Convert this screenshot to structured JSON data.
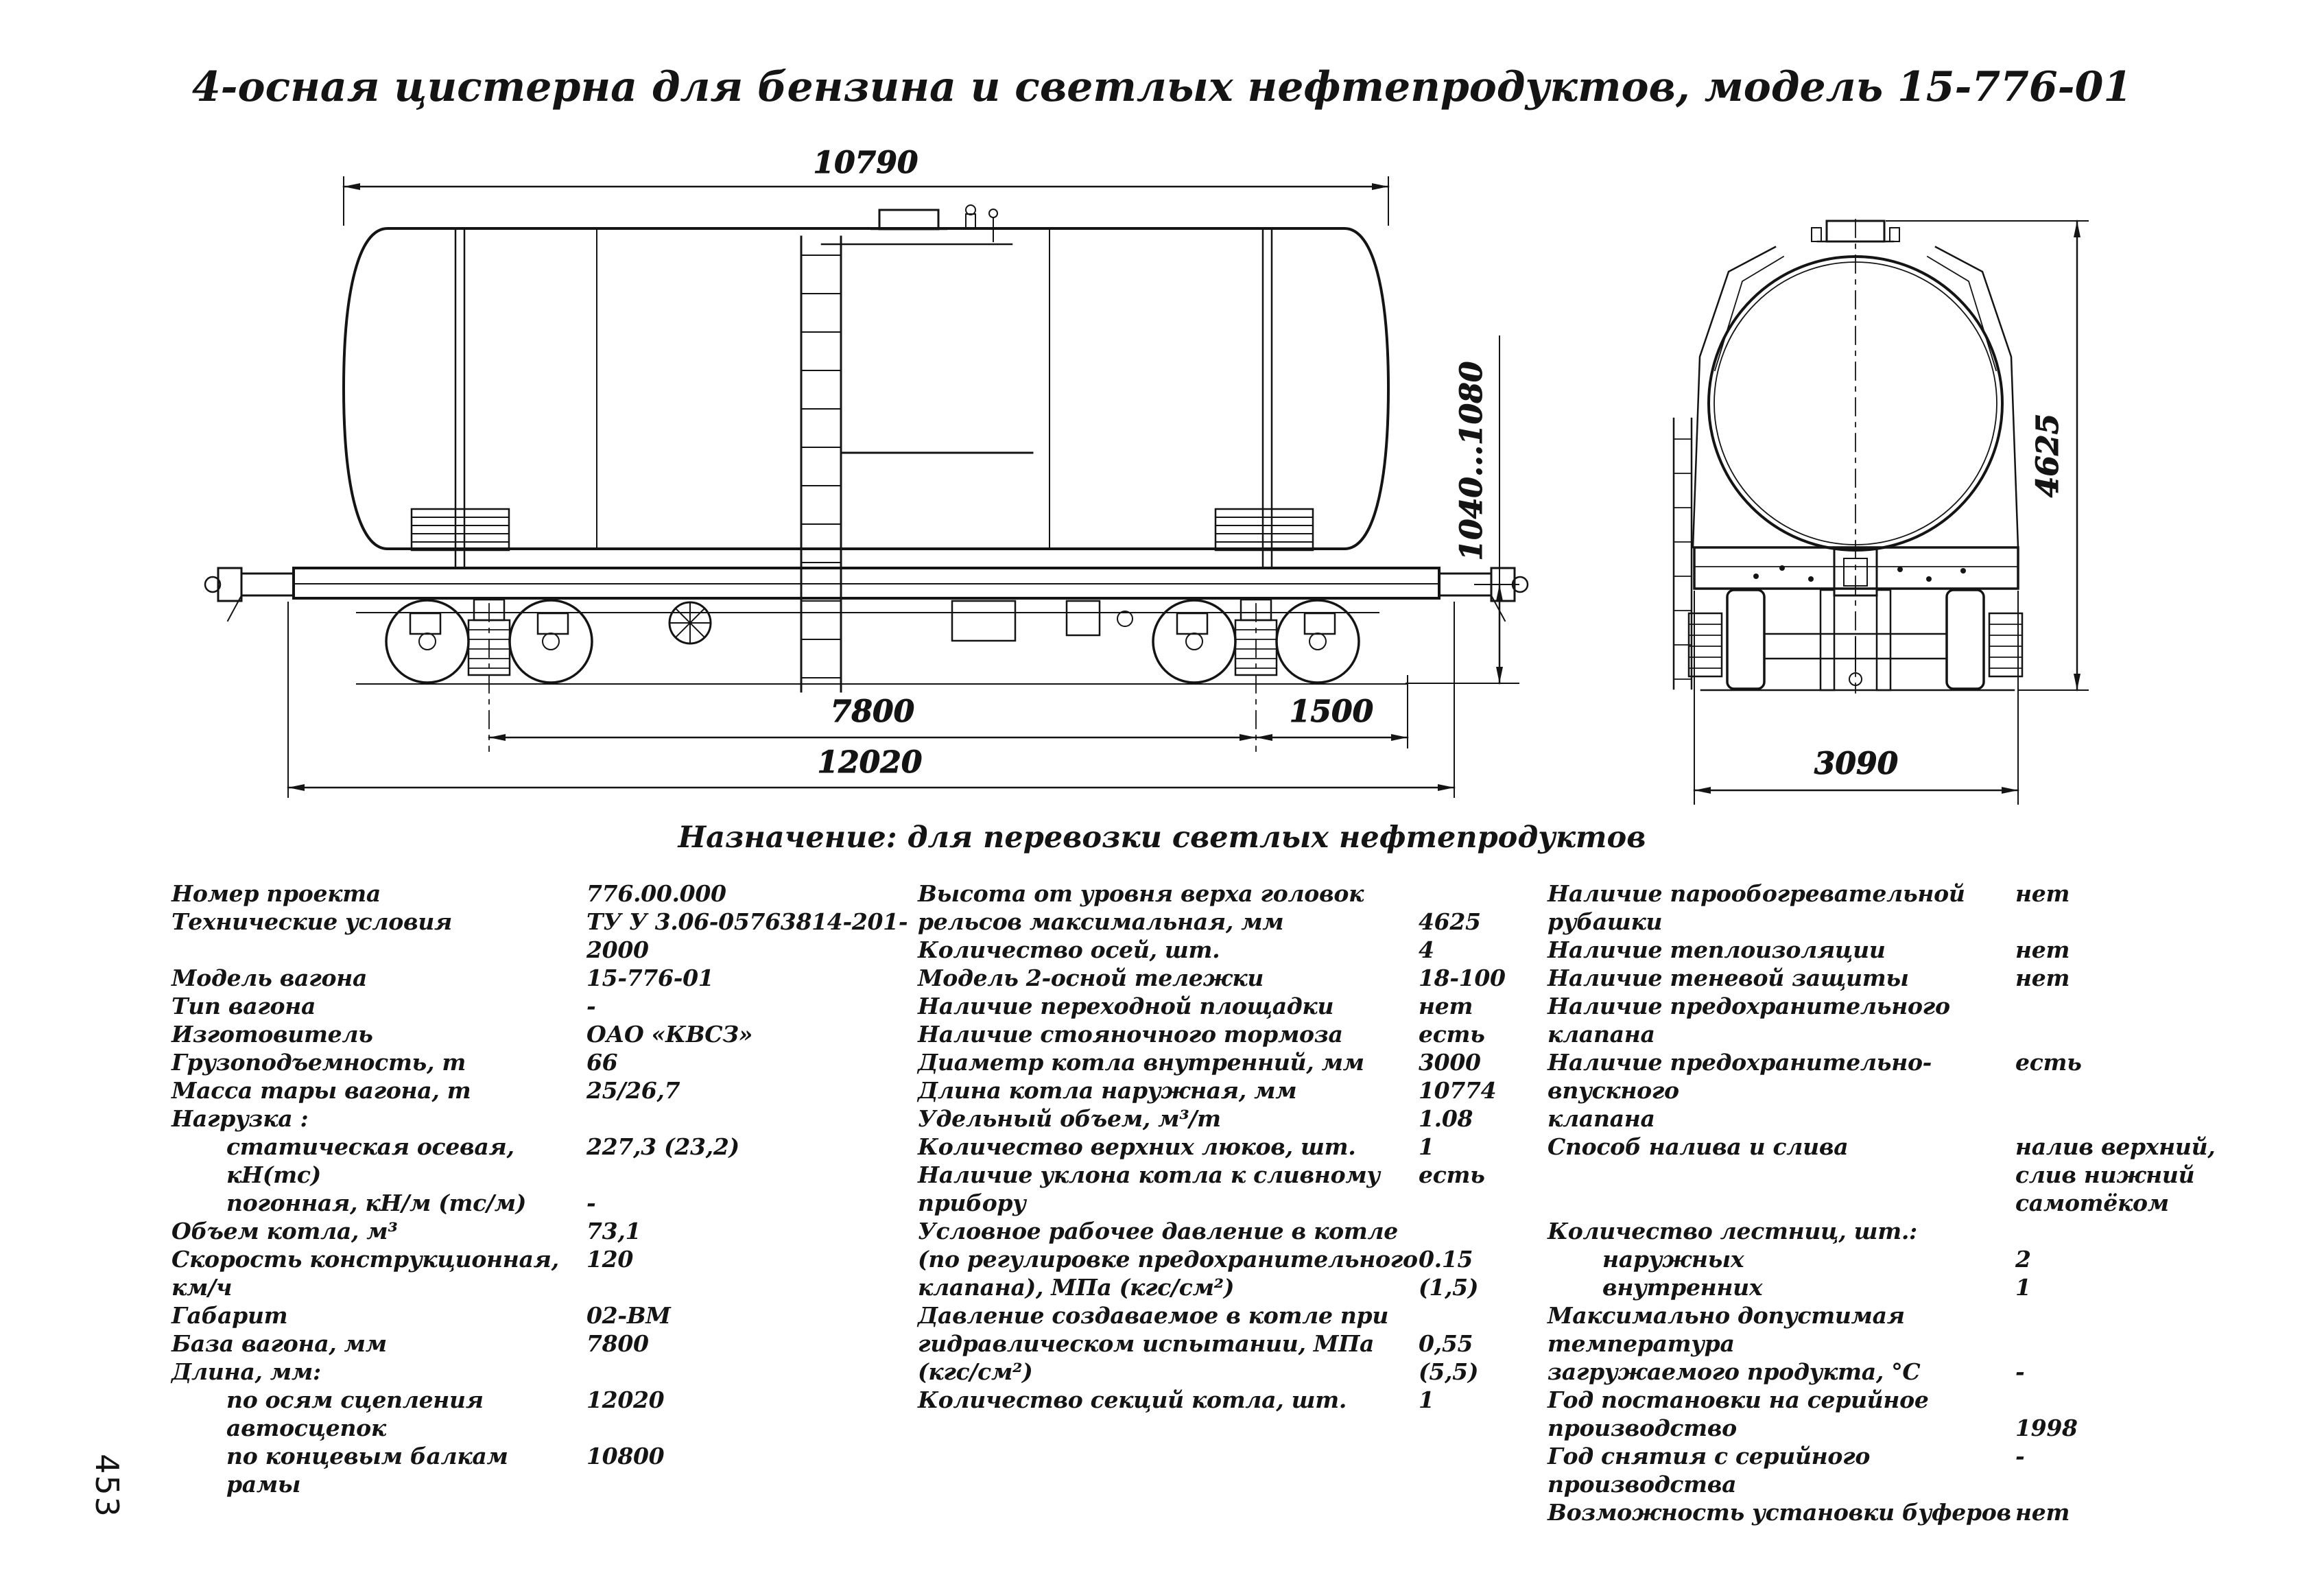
{
  "page_number": "453",
  "title": "4-осная цистерна для бензина и светлых нефтепродуктов, модель 15-776-01",
  "purpose": "Назначение: для перевозки светлых нефтепродуктов",
  "drawing": {
    "side_view": {
      "dim_tank_length": "10790",
      "dim_coupler_height": "1040...1080",
      "dim_bogie_base": "7800",
      "dim_bogie_to_end": "1500",
      "dim_length_over_couplers": "12020"
    },
    "end_view": {
      "dim_height": "4625",
      "dim_width": "3090"
    }
  },
  "specs": {
    "left": [
      {
        "label": "Номер проекта",
        "value": "776.00.000"
      },
      {
        "label": "Технические условия",
        "value": "ТУ У 3.06-05763814-201-2000"
      },
      {
        "label": "Модель вагона",
        "value": "15-776-01"
      },
      {
        "label": "Тип вагона",
        "value": "-"
      },
      {
        "label": "Изготовитель",
        "value": "ОАО «КВСЗ»"
      },
      {
        "label": "Грузоподъемность, т",
        "value": "66"
      },
      {
        "label": "Масса тары вагона, т",
        "value": "25/26,7"
      },
      {
        "label": "Нагрузка :",
        "value": ""
      },
      {
        "label": "статическая осевая, кН(тс)",
        "value": "227,3 (23,2)",
        "indent": true
      },
      {
        "label": "погонная, кН/м (тс/м)",
        "value": "-",
        "indent": true
      },
      {
        "label": "Объем котла, м³",
        "value": "73,1"
      },
      {
        "label": "Скорость конструкционная, км/ч",
        "value": "120"
      },
      {
        "label": "Габарит",
        "value": "02-ВМ"
      },
      {
        "label": "База вагона, мм",
        "value": "7800"
      },
      {
        "label": "Длина, мм:",
        "value": ""
      },
      {
        "label": "по осям сцепления автосцепок",
        "value": "12020",
        "indent": true
      },
      {
        "label": "по концевым балкам рамы",
        "value": "10800",
        "indent": true
      }
    ],
    "middle": [
      {
        "label": "Высота от уровня верха головок\nрельсов максимальная, мм",
        "value": "4625",
        "valign": "last"
      },
      {
        "label": "Количество осей, шт.",
        "value": "4"
      },
      {
        "label": "Модель 2-осной тележки",
        "value": "18-100"
      },
      {
        "label": "Наличие переходной площадки",
        "value": "нет"
      },
      {
        "label": "Наличие стояночного тормоза",
        "value": "есть"
      },
      {
        "label": "Диаметр котла внутренний, мм",
        "value": "3000"
      },
      {
        "label": "Длина котла наружная, мм",
        "value": "10774"
      },
      {
        "label": "Удельный объем, м³/т",
        "value": "1.08"
      },
      {
        "label": "Количество верхних люков, шт.",
        "value": "1"
      },
      {
        "label": "Наличие уклона котла к сливному прибору",
        "value": "есть"
      },
      {
        "label": "Условное рабочее давление в котле\n(по регулировке предохранительного\nклапана), МПа (кгс/см²)",
        "value": "0.15 (1,5)",
        "valign": "last"
      },
      {
        "label": "Давление создаваемое в котле при\nгидравлическом испытании, МПа (кгс/см²)",
        "value": "0,55 (5,5)",
        "valign": "last"
      },
      {
        "label": "Количество секций котла, шт.",
        "value": "1"
      }
    ],
    "right": [
      {
        "label": "Наличие парообогревательной рубашки",
        "value": "нет"
      },
      {
        "label": "Наличие теплоизоляции",
        "value": "нет"
      },
      {
        "label": "Наличие теневой защиты",
        "value": "нет"
      },
      {
        "label": "Наличие предохранительного клапана",
        "value": ""
      },
      {
        "label": "Наличие предохранительно-впускного\nклапана",
        "value": "есть"
      },
      {
        "label": "Способ налива и слива",
        "value": "налив верхний,\nслив нижний\nсамотёком"
      },
      {
        "label": "Количество лестниц, шт.:",
        "value": ""
      },
      {
        "label": "наружных",
        "value": "2",
        "indent": true
      },
      {
        "label": "внутренних",
        "value": "1",
        "indent": true
      },
      {
        "label": "Максимально допустимая температура\nзагружаемого продукта, °С",
        "value": "-",
        "valign": "last"
      },
      {
        "label": "Год постановки на серийное\nпроизводство",
        "value": "1998",
        "valign": "last"
      },
      {
        "label": "Год снятия с серийного производства",
        "value": "-"
      },
      {
        "label": "Возможность установки буферов",
        "value": "нет"
      }
    ]
  }
}
